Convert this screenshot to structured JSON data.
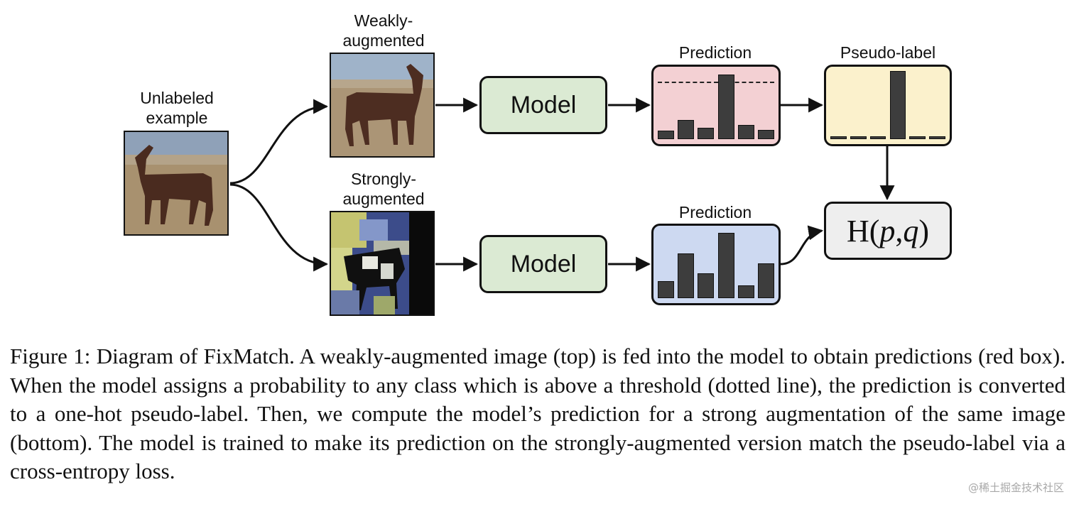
{
  "figure": {
    "labels": {
      "unlabeled": "Unlabeled\nexample",
      "weak": "Weakly-\naugmented",
      "strong": "Strongly-\naugmented",
      "prediction_top": "Prediction",
      "pseudo_label": "Pseudo-label",
      "prediction_bottom": "Prediction"
    },
    "model_top": "Model",
    "model_bottom": "Model",
    "loss": {
      "prefix": "H(",
      "p": "p",
      "sep": ", ",
      "q": "q",
      "suffix": ")"
    },
    "prediction_top_values": [
      0.12,
      0.28,
      0.17,
      0.95,
      0.21,
      0.14
    ],
    "prediction_top_threshold": 0.82,
    "pseudo_label_values": [
      0.04,
      0.04,
      0.04,
      1.0,
      0.04,
      0.04
    ],
    "prediction_bottom_values": [
      0.25,
      0.66,
      0.36,
      0.96,
      0.19,
      0.51
    ],
    "colors": {
      "model_fill": "#dbead3",
      "prediction_red_fill": "#f3d0d3",
      "prediction_blue_fill": "#cdd9f1",
      "pseudo_fill": "#fbf1cc",
      "loss_fill": "#eeeeee",
      "bar_fill": "#3d3d3d"
    },
    "icons": [
      "horse-photo",
      "weakly-augmented-horse-photo",
      "strongly-augmented-horse-photo"
    ]
  },
  "caption": "Figure 1: Diagram of FixMatch. A weakly-augmented image (top) is fed into the model to obtain predictions (red box). When the model assigns a probability to any class which is above a threshold (dotted line), the prediction is converted to a one-hot pseudo-label. Then, we compute the model’s prediction for a strong augmentation of the same image (bottom). The model is trained to make its prediction on the strongly-augmented version match the pseudo-label via a cross-entropy loss.",
  "watermark": "@稀土掘金技术社区"
}
